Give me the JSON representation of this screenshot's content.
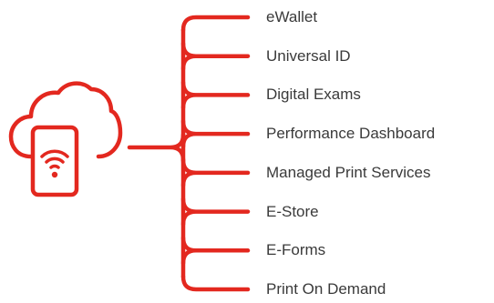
{
  "accent_color": "#e3281f",
  "text_color": "#3a3a3a",
  "hub": {
    "icon": "cloud-tablet-wifi-icon"
  },
  "services": [
    "eWallet",
    "Universal ID",
    "Digital Exams",
    "Performance Dashboard",
    "Managed Print Services",
    "E-Store",
    "E-Forms",
    "Print On Demand"
  ]
}
